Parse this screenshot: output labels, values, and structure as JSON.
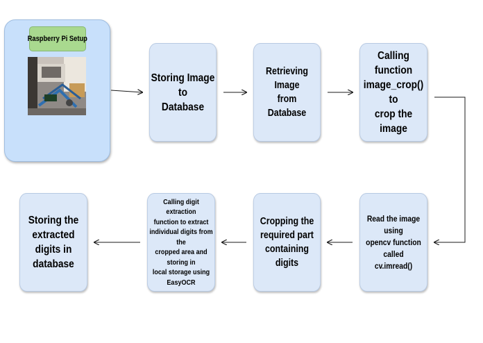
{
  "setup": {
    "label": "Raspberry Pi Setup",
    "photo_icon": "raspberry-pi-hardware-photo"
  },
  "steps": {
    "store_image": "Storing Image to\nDatabase",
    "retrieve_image": "Retrieving Image\nfrom\nDatabase",
    "call_crop": "Calling function\nimage_crop() to\ncrop the image",
    "read_image": "Read the image using\nopencv function called\ncv.imread()",
    "crop_part": "Cropping the\nrequired part\ncontaining digits",
    "extract_digits": "Calling digit extraction\nfunction to extract\nindividual digits from the\ncropped area and storing in\nlocal storage using\nEasyOCR",
    "store_digits": "Storing the\nextracted digits in\ndatabase"
  },
  "colors": {
    "step_fill": "#dce8f8",
    "setup_fill": "#c8e0fb",
    "label_fill": "#a9d98f",
    "arrow": "#1a1a1a"
  }
}
